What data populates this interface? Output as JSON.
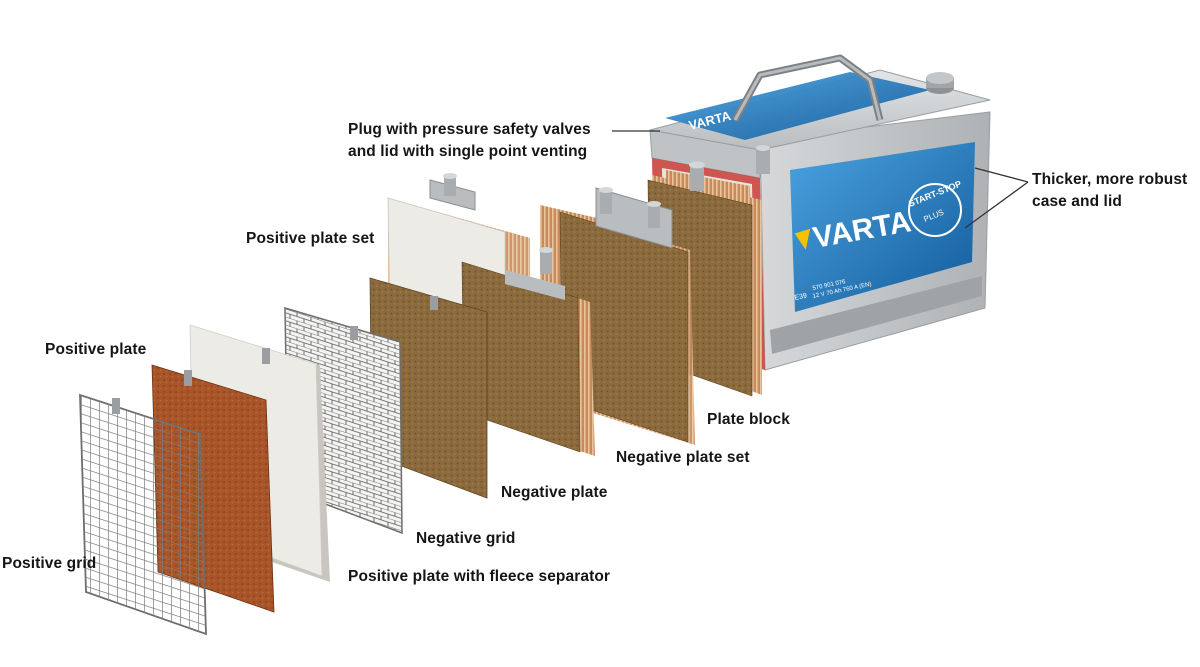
{
  "labels": {
    "plug": [
      "Plug with pressure safety valves",
      "and lid with single point venting"
    ],
    "case": [
      "Thicker, more robust",
      "case and lid"
    ],
    "positive_plate_set": "Positive plate set",
    "positive_plate": "Positive plate",
    "plate_block": "Plate block",
    "negative_plate_set": "Negative plate set",
    "negative_plate": "Negative plate",
    "negative_grid": "Negative grid",
    "positive_grid": "Positive grid",
    "positive_plate_fleece": "Positive plate with fleece separator"
  },
  "battery": {
    "brand": "VARTA",
    "badge_line1": "START-STOP",
    "badge_line2": "PLUS",
    "code": "E39",
    "spec_line1": "570 901 076",
    "spec_line2": "12 V 70 Ah 760 A (EN)"
  },
  "colors": {
    "background": "#ffffff",
    "label_text": "#151515",
    "leader_line": "#333333",
    "plate_brown": "#8a6a3c",
    "plate_orange": "#b05a2a",
    "separator_white": "#ecebe6",
    "grid_metal": "#8a8a8a",
    "case_gray": "#c9ccce",
    "label_blue": "#1f6fb5",
    "brand_yellow": "#f2c200"
  }
}
